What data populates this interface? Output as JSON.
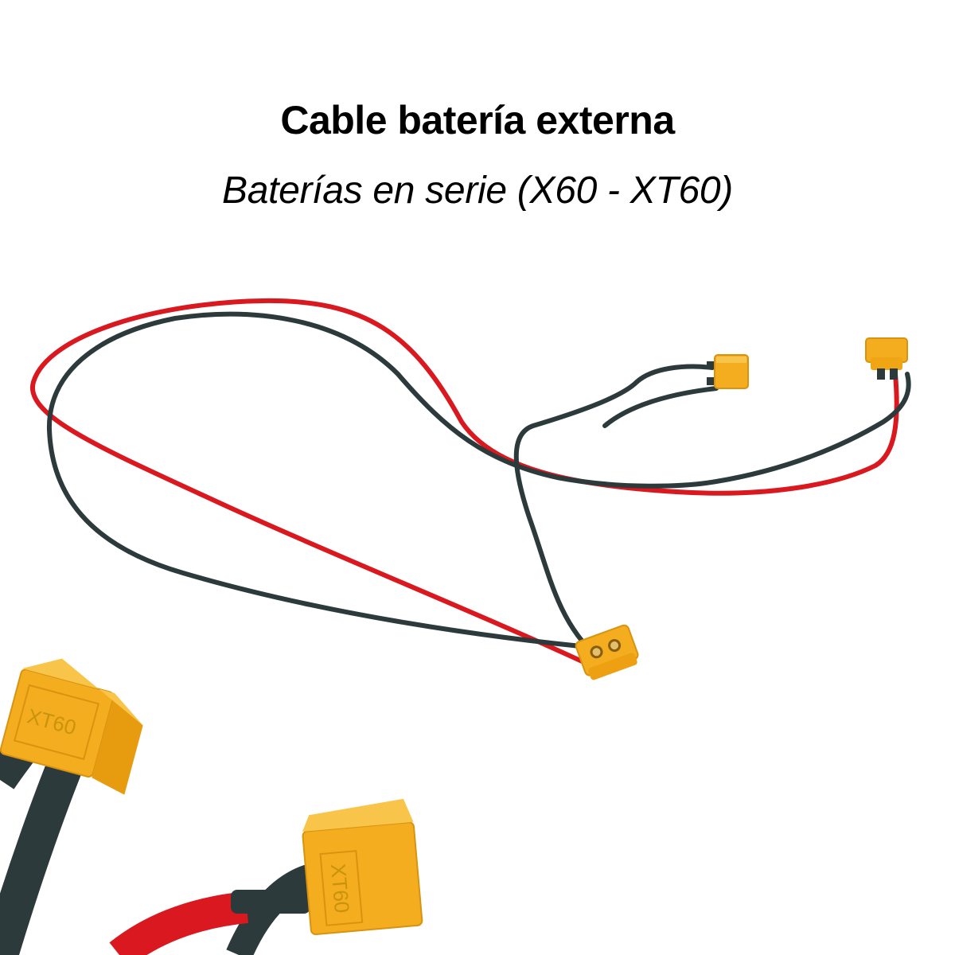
{
  "header": {
    "title": "Cable batería externa",
    "subtitle": "Baterías en serie (X60 - XT60)"
  },
  "product": {
    "connector_type": "XT60",
    "connector_label_top": "XT60",
    "connector_label_bottom": "XT60",
    "wire_colors": {
      "positive": "#d9181f",
      "negative": "#2c3a3c"
    },
    "connector_color": "#f4ad1f"
  }
}
